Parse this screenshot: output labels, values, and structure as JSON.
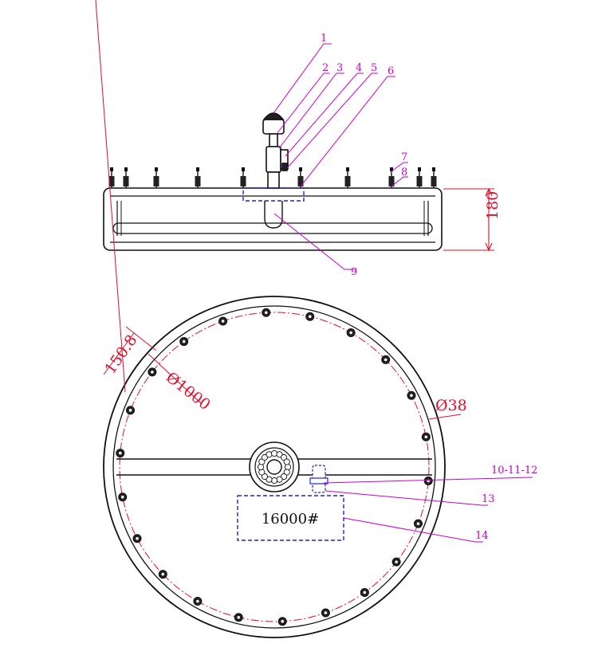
{
  "colors": {
    "outline": "#111111",
    "callout": "#cc00cc",
    "dimension": "#e0102a",
    "centerline": "#e0102a",
    "hidden": "#2222cc"
  },
  "side_view": {
    "callouts": [
      "1",
      "2",
      "3",
      "4",
      "5",
      "6",
      "7",
      "8",
      "9"
    ],
    "height_dimension": "180"
  },
  "top_view": {
    "callouts": [
      "10-11-12",
      "13",
      "14"
    ],
    "spacing_dimension": "150.8",
    "pitch_diameter": "Ø1000",
    "pipe_diameter": "Ø38",
    "box_label": "16000#"
  }
}
